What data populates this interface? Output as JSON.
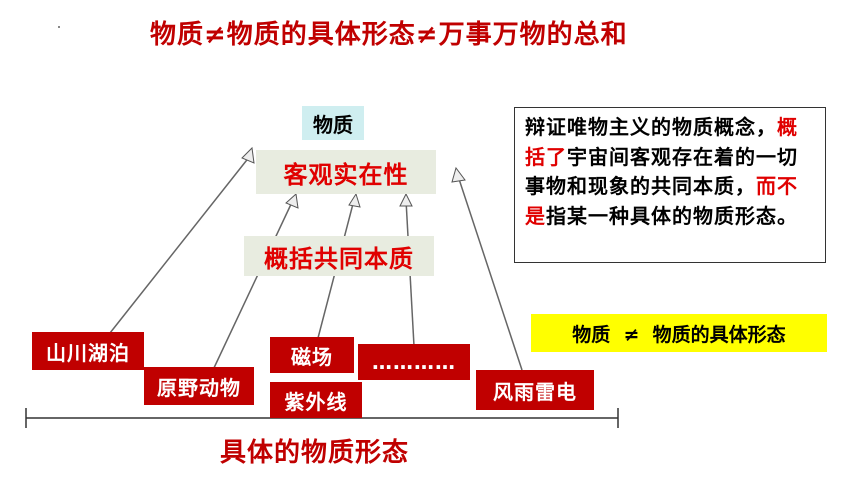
{
  "title": "物质≠物质的具体形态≠万事万物的总和",
  "center": {
    "matter": "物质",
    "objective_reality": "客观实在性",
    "common_essence": "概括共同本质"
  },
  "definition": {
    "part1": "辩证唯物主义的物质概念，",
    "part2_red": "概括了",
    "part3": "宇宙间客观存在着的一切事物和现象的共同本质，",
    "part4_red": "而不是",
    "part5": "指某一种具体的物质形态。"
  },
  "inequality": "物质  ≠  物质的具体形态",
  "examples": [
    "山川湖泊",
    "原野动物",
    "磁场",
    "紫外线",
    "…………",
    "风雨雷电"
  ],
  "bottom_label": "具体的物质形态",
  "colors": {
    "title": "#c00000",
    "highlight": "#e00000",
    "tag_bg": "#c00000",
    "yellow": "#ffff00",
    "cyan": "#cfeef0"
  }
}
